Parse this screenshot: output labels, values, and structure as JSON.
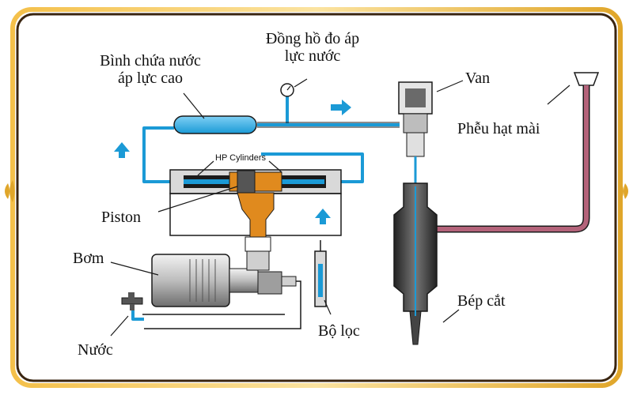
{
  "labels": {
    "gauge_title_line1": "Đồng hồ đo áp",
    "gauge_title_line2": "lực nước",
    "tank_line1": "Bình chứa nước",
    "tank_line2": "áp lực cao",
    "valve": "Van",
    "hopper": "Phễu hạt mài",
    "hp_cylinders": "HP Cylinders",
    "piston": "Piston",
    "pump": "Bơm",
    "nozzle": "Bép cắt",
    "filter": "Bộ lọc",
    "water": "Nước"
  },
  "colors": {
    "frame_gold": "#e0a62a",
    "frame_dark": "#3a2510",
    "water_blue": "#1b9ad6",
    "piston_orange": "#e08a1e",
    "abrasive_pink": "#b4637a",
    "line_dark": "#1a1a1a",
    "machine_gray": "#bfbfbf"
  }
}
